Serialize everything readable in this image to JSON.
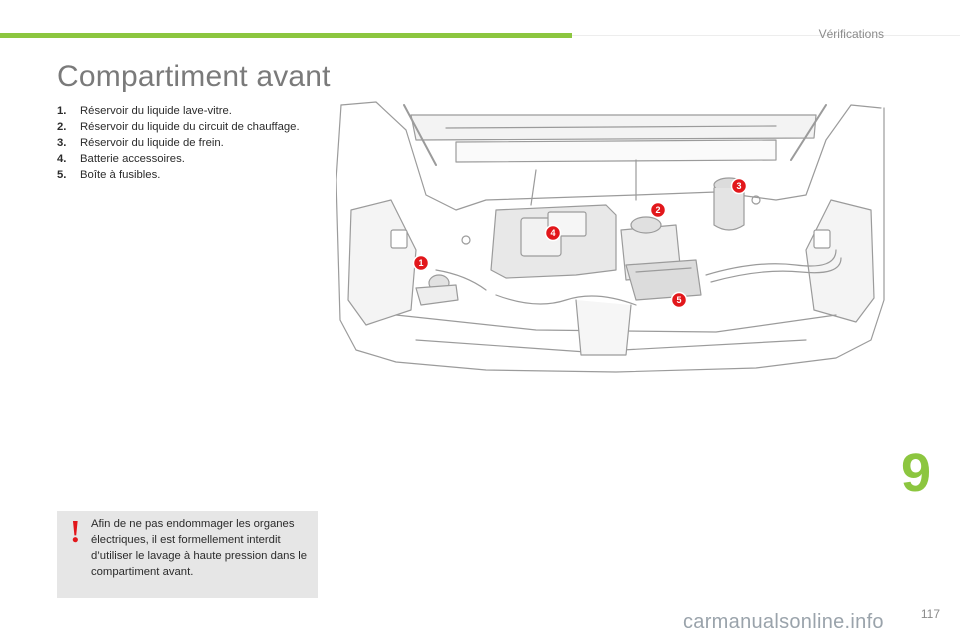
{
  "header": {
    "section_name": "Vérifications",
    "accent_color": "#8cc63f"
  },
  "page": {
    "title": "Compartiment avant",
    "chapter_number": "9",
    "page_number": "117"
  },
  "legend": [
    {
      "num": "1.",
      "text": "Réservoir du liquide lave-vitre."
    },
    {
      "num": "2.",
      "text": "Réservoir du liquide du circuit de chauffage."
    },
    {
      "num": "3.",
      "text": "Réservoir du liquide de frein."
    },
    {
      "num": "4.",
      "text": "Batterie accessoires."
    },
    {
      "num": "5.",
      "text": "Boîte à fusibles."
    }
  ],
  "diagram": {
    "markers": [
      "1",
      "2",
      "3",
      "4",
      "5"
    ],
    "marker_color": "#e2171b"
  },
  "warning": {
    "mark": "!",
    "text": "Afin de ne pas endommager les organes électriques, il est formellement interdit d’utiliser le lavage à haute pression dans le compartiment avant."
  },
  "watermark": "carmanualsonline.info"
}
